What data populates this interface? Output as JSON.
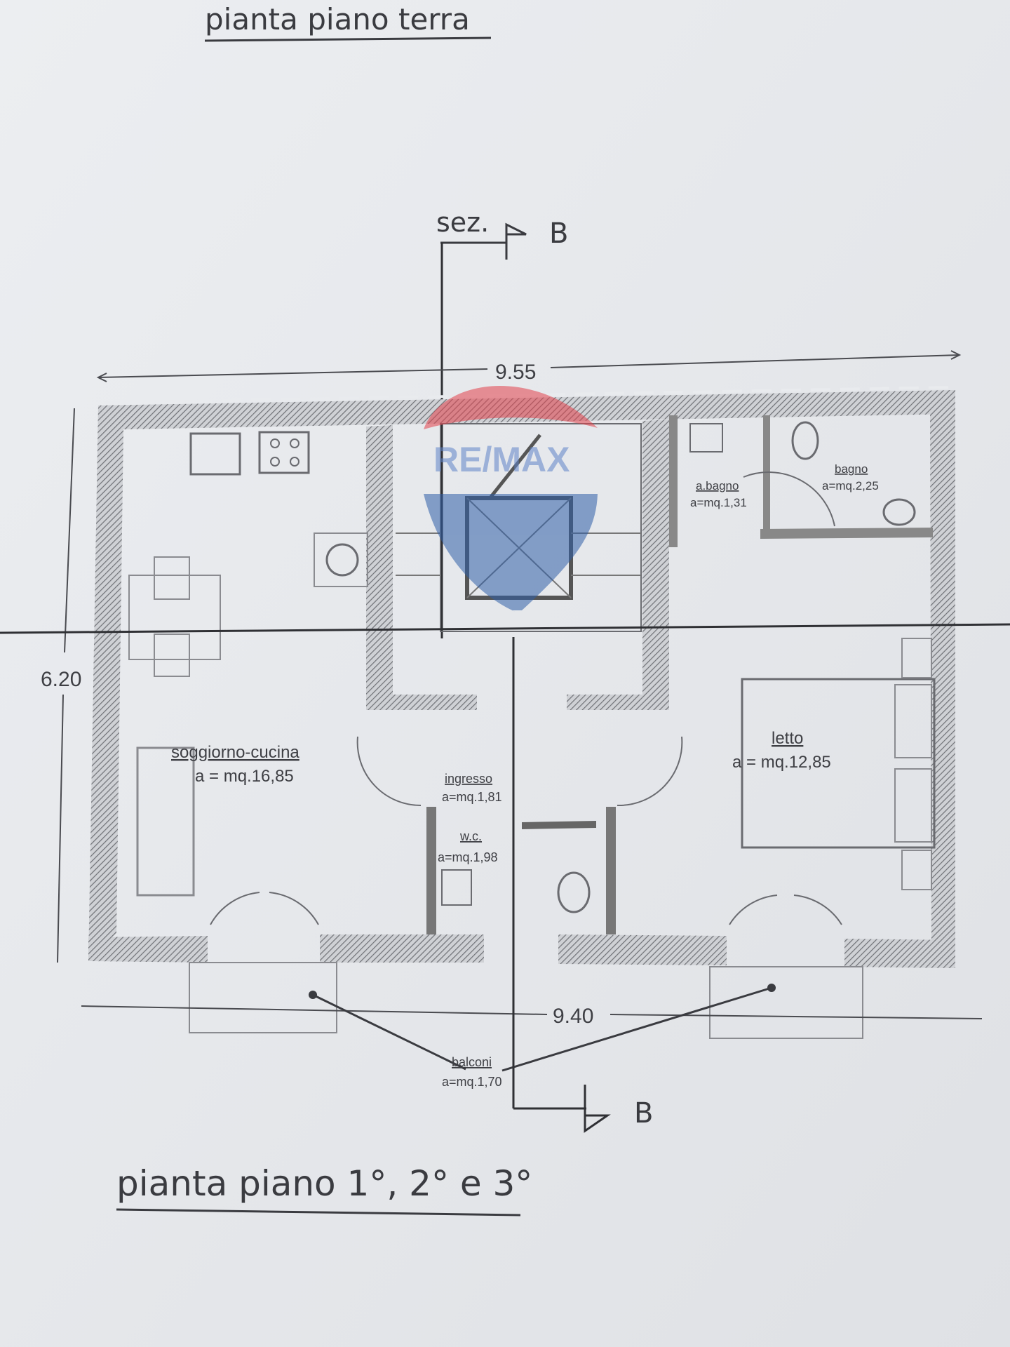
{
  "titles": {
    "top": "pianta piano terra",
    "bottom": "pianta piano 1°, 2° e 3°"
  },
  "section": {
    "label": "sez.",
    "letter_top": "B",
    "letter_bottom": "B"
  },
  "dimensions": {
    "top_width": "9.55",
    "bottom_width": "9.40",
    "height": "6.20"
  },
  "rooms": {
    "soggiorno": {
      "name": "soggiorno-cucina",
      "area": "a = mq.16,85"
    },
    "letto": {
      "name": "letto",
      "area": "a = mq.12,85"
    },
    "ingresso": {
      "name": "ingresso",
      "area": "a=mq.1,81"
    },
    "wc": {
      "name": "w.c.",
      "area": "a=mq.1,98"
    },
    "antibagno": {
      "name": "a.bagno",
      "area": "a=mq.1,31"
    },
    "bagno": {
      "name": "bagno",
      "area": "a=mq.2,25"
    },
    "balconi": {
      "name": "balconi",
      "area": "a=mq.1,70"
    }
  },
  "watermark": {
    "text": "RE/MAX",
    "colors": {
      "red": "#e2414b",
      "blue": "#2f5fa8"
    }
  },
  "colors": {
    "paper": "#e9ebee",
    "ink": "#3a3b40",
    "wall_fill": "#9a9ca1"
  }
}
